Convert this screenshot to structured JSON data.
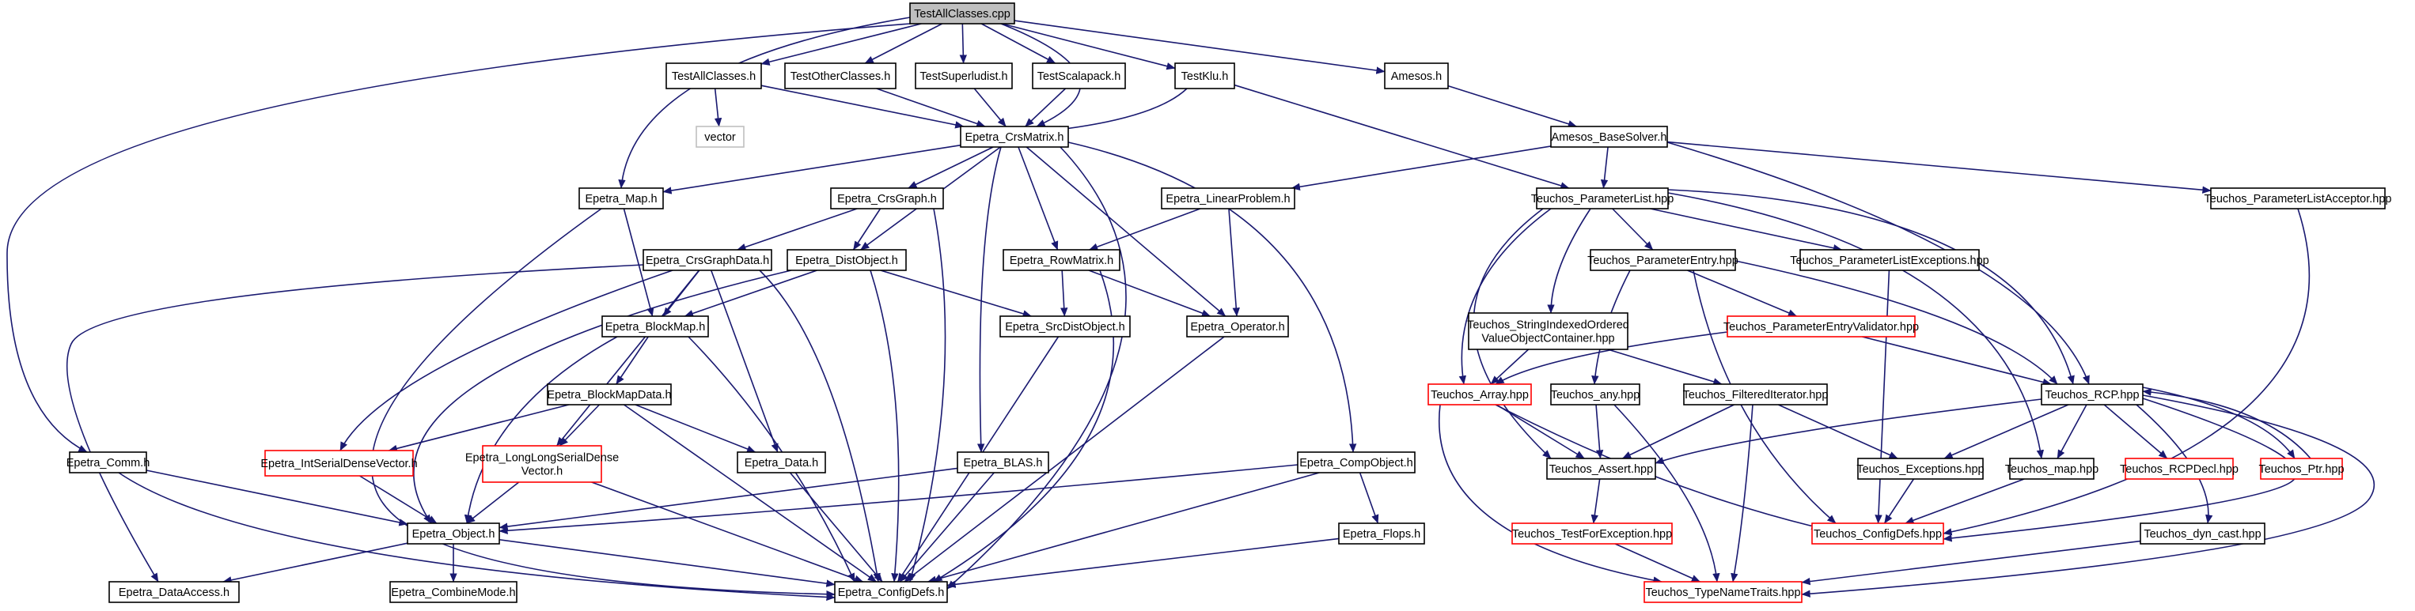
{
  "graph": {
    "colors": {
      "edge": "#191970",
      "node_border": "#000000",
      "node_border_missing": "#ff0000",
      "node_border_external": "#bfbfbf",
      "root_fill": "#bfbfbf",
      "node_fill": "#ffffff",
      "text": "#000000"
    },
    "nodes": [
      {
        "id": "n_testallclasses_cpp",
        "lines": [
          "TestAllClasses.cpp"
        ],
        "kind": "root"
      },
      {
        "id": "n_testallclasses_h",
        "lines": [
          "TestAllClasses.h"
        ],
        "kind": "normal"
      },
      {
        "id": "n_testotherclasses_h",
        "lines": [
          "TestOtherClasses.h"
        ],
        "kind": "normal"
      },
      {
        "id": "n_testsuperludist_h",
        "lines": [
          "TestSuperludist.h"
        ],
        "kind": "normal"
      },
      {
        "id": "n_testscalapack_h",
        "lines": [
          "TestScalapack.h"
        ],
        "kind": "normal"
      },
      {
        "id": "n_testklu_h",
        "lines": [
          "TestKlu.h"
        ],
        "kind": "normal"
      },
      {
        "id": "n_amesos_h",
        "lines": [
          "Amesos.h"
        ],
        "kind": "normal"
      },
      {
        "id": "n_vector",
        "lines": [
          "vector"
        ],
        "kind": "external"
      },
      {
        "id": "n_epetra_crsmatrix_h",
        "lines": [
          "Epetra_CrsMatrix.h"
        ],
        "kind": "normal"
      },
      {
        "id": "n_amesos_basesolver_h",
        "lines": [
          "Amesos_BaseSolver.h"
        ],
        "kind": "normal"
      },
      {
        "id": "n_epetra_map_h",
        "lines": [
          "Epetra_Map.h"
        ],
        "kind": "normal"
      },
      {
        "id": "n_epetra_crsgraph_h",
        "lines": [
          "Epetra_CrsGraph.h"
        ],
        "kind": "normal"
      },
      {
        "id": "n_epetra_linearproblem_h",
        "lines": [
          "Epetra_LinearProblem.h"
        ],
        "kind": "normal"
      },
      {
        "id": "n_teuchos_parameterlist_hpp",
        "lines": [
          "Teuchos_ParameterList.hpp"
        ],
        "kind": "normal"
      },
      {
        "id": "n_teuchos_parameterlistacceptor_hpp",
        "lines": [
          "Teuchos_ParameterListAcceptor.hpp"
        ],
        "kind": "normal"
      },
      {
        "id": "n_epetra_crsgraphdata_h",
        "lines": [
          "Epetra_CrsGraphData.h"
        ],
        "kind": "normal"
      },
      {
        "id": "n_epetra_distobject_h",
        "lines": [
          "Epetra_DistObject.h"
        ],
        "kind": "normal"
      },
      {
        "id": "n_epetra_rowmatrix_h",
        "lines": [
          "Epetra_RowMatrix.h"
        ],
        "kind": "normal"
      },
      {
        "id": "n_teuchos_parameterentry_hpp",
        "lines": [
          "Teuchos_ParameterEntry.hpp"
        ],
        "kind": "normal"
      },
      {
        "id": "n_teuchos_parameterlistexceptions_hpp",
        "lines": [
          "Teuchos_ParameterListExceptions.hpp"
        ],
        "kind": "normal"
      },
      {
        "id": "n_epetra_blockmap_h",
        "lines": [
          "Epetra_BlockMap.h"
        ],
        "kind": "normal"
      },
      {
        "id": "n_epetra_srcdistobject_h",
        "lines": [
          "Epetra_SrcDistObject.h"
        ],
        "kind": "normal"
      },
      {
        "id": "n_epetra_operator_h",
        "lines": [
          "Epetra_Operator.h"
        ],
        "kind": "normal"
      },
      {
        "id": "n_teuchos_stringindexed_hpp",
        "lines": [
          "Teuchos_StringIndexedOrdered",
          "ValueObjectContainer.hpp"
        ],
        "kind": "normal"
      },
      {
        "id": "n_teuchos_parameterentryvalidator_hpp",
        "lines": [
          "Teuchos_ParameterEntryValidator.hpp"
        ],
        "kind": "missing"
      },
      {
        "id": "n_epetra_blockmapdata_h",
        "lines": [
          "Epetra_BlockMapData.h"
        ],
        "kind": "normal"
      },
      {
        "id": "n_teuchos_array_hpp",
        "lines": [
          "Teuchos_Array.hpp"
        ],
        "kind": "missing"
      },
      {
        "id": "n_teuchos_any_hpp",
        "lines": [
          "Teuchos_any.hpp"
        ],
        "kind": "normal"
      },
      {
        "id": "n_teuchos_filterediterator_hpp",
        "lines": [
          "Teuchos_FilteredIterator.hpp"
        ],
        "kind": "normal"
      },
      {
        "id": "n_teuchos_rcp_hpp",
        "lines": [
          "Teuchos_RCP.hpp"
        ],
        "kind": "normal"
      },
      {
        "id": "n_epetra_comm_h",
        "lines": [
          "Epetra_Comm.h"
        ],
        "kind": "normal"
      },
      {
        "id": "n_epetra_intserialdensevector_h",
        "lines": [
          "Epetra_IntSerialDenseVector.h"
        ],
        "kind": "missing"
      },
      {
        "id": "n_epetra_longlongserialdensevector_h",
        "lines": [
          "Epetra_LongLongSerialDense",
          "Vector.h"
        ],
        "kind": "missing"
      },
      {
        "id": "n_epetra_data_h",
        "lines": [
          "Epetra_Data.h"
        ],
        "kind": "normal"
      },
      {
        "id": "n_epetra_blas_h",
        "lines": [
          "Epetra_BLAS.h"
        ],
        "kind": "normal"
      },
      {
        "id": "n_epetra_compobject_h",
        "lines": [
          "Epetra_CompObject.h"
        ],
        "kind": "normal"
      },
      {
        "id": "n_teuchos_assert_hpp",
        "lines": [
          "Teuchos_Assert.hpp"
        ],
        "kind": "normal"
      },
      {
        "id": "n_teuchos_exceptions_hpp",
        "lines": [
          "Teuchos_Exceptions.hpp"
        ],
        "kind": "normal"
      },
      {
        "id": "n_teuchos_map_hpp",
        "lines": [
          "Teuchos_map.hpp"
        ],
        "kind": "normal"
      },
      {
        "id": "n_teuchos_rcpdecl_hpp",
        "lines": [
          "Teuchos_RCPDecl.hpp"
        ],
        "kind": "missing"
      },
      {
        "id": "n_teuchos_ptr_hpp",
        "lines": [
          "Teuchos_Ptr.hpp"
        ],
        "kind": "missing"
      },
      {
        "id": "n_epetra_object_h",
        "lines": [
          "Epetra_Object.h"
        ],
        "kind": "normal"
      },
      {
        "id": "n_epetra_flops_h",
        "lines": [
          "Epetra_Flops.h"
        ],
        "kind": "normal"
      },
      {
        "id": "n_teuchos_testforexception_hpp",
        "lines": [
          "Teuchos_TestForException.hpp"
        ],
        "kind": "missing"
      },
      {
        "id": "n_teuchos_configdefs_hpp",
        "lines": [
          "Teuchos_ConfigDefs.hpp"
        ],
        "kind": "missing"
      },
      {
        "id": "n_teuchos_dyn_cast_hpp",
        "lines": [
          "Teuchos_dyn_cast.hpp"
        ],
        "kind": "normal"
      },
      {
        "id": "n_epetra_dataaccess_h",
        "lines": [
          "Epetra_DataAccess.h"
        ],
        "kind": "normal"
      },
      {
        "id": "n_epetra_combinemode_h",
        "lines": [
          "Epetra_CombineMode.h"
        ],
        "kind": "normal"
      },
      {
        "id": "n_epetra_configdefs_h",
        "lines": [
          "Epetra_ConfigDefs.h"
        ],
        "kind": "normal"
      },
      {
        "id": "n_teuchos_typenametraits_hpp",
        "lines": [
          "Teuchos_TypeNameTraits.hpp"
        ],
        "kind": "missing"
      }
    ],
    "edges": [
      [
        "n_testallclasses_cpp",
        "n_testallclasses_h"
      ],
      [
        "n_testallclasses_cpp",
        "n_testotherclasses_h"
      ],
      [
        "n_testallclasses_cpp",
        "n_testsuperludist_h"
      ],
      [
        "n_testallclasses_cpp",
        "n_testscalapack_h"
      ],
      [
        "n_testallclasses_cpp",
        "n_testklu_h"
      ],
      [
        "n_testallclasses_cpp",
        "n_amesos_h"
      ],
      [
        "n_testallclasses_cpp",
        "n_epetra_crsmatrix_h"
      ],
      [
        "n_testallclasses_cpp",
        "n_epetra_map_h"
      ],
      [
        "n_testallclasses_cpp",
        "n_epetra_comm_h"
      ],
      [
        "n_testallclasses_h",
        "n_vector"
      ],
      [
        "n_testallclasses_h",
        "n_epetra_crsmatrix_h"
      ],
      [
        "n_testotherclasses_h",
        "n_epetra_crsmatrix_h"
      ],
      [
        "n_testsuperludist_h",
        "n_epetra_crsmatrix_h"
      ],
      [
        "n_testscalapack_h",
        "n_epetra_crsmatrix_h"
      ],
      [
        "n_testklu_h",
        "n_epetra_crsmatrix_h"
      ],
      [
        "n_testklu_h",
        "n_teuchos_parameterlist_hpp"
      ],
      [
        "n_amesos_h",
        "n_amesos_basesolver_h"
      ],
      [
        "n_amesos_basesolver_h",
        "n_epetra_linearproblem_h"
      ],
      [
        "n_amesos_basesolver_h",
        "n_teuchos_parameterlist_hpp"
      ],
      [
        "n_amesos_basesolver_h",
        "n_teuchos_parameterlistacceptor_hpp"
      ],
      [
        "n_amesos_basesolver_h",
        "n_teuchos_rcp_hpp"
      ],
      [
        "n_epetra_crsmatrix_h",
        "n_epetra_map_h"
      ],
      [
        "n_epetra_crsmatrix_h",
        "n_epetra_crsgraph_h"
      ],
      [
        "n_epetra_crsmatrix_h",
        "n_epetra_distobject_h"
      ],
      [
        "n_epetra_crsmatrix_h",
        "n_epetra_rowmatrix_h"
      ],
      [
        "n_epetra_crsmatrix_h",
        "n_epetra_operator_h"
      ],
      [
        "n_epetra_crsmatrix_h",
        "n_epetra_blas_h"
      ],
      [
        "n_epetra_crsmatrix_h",
        "n_epetra_compobject_h"
      ],
      [
        "n_epetra_crsmatrix_h",
        "n_epetra_configdefs_h"
      ],
      [
        "n_epetra_map_h",
        "n_epetra_blockmap_h"
      ],
      [
        "n_epetra_map_h",
        "n_epetra_configdefs_h"
      ],
      [
        "n_epetra_crsgraph_h",
        "n_epetra_crsgraphdata_h"
      ],
      [
        "n_epetra_crsgraph_h",
        "n_epetra_distobject_h"
      ],
      [
        "n_epetra_crsgraph_h",
        "n_epetra_configdefs_h"
      ],
      [
        "n_epetra_crsgraphdata_h",
        "n_epetra_blockmap_h"
      ],
      [
        "n_epetra_crsgraphdata_h",
        "n_epetra_intserialdensevector_h"
      ],
      [
        "n_epetra_crsgraphdata_h",
        "n_epetra_longlongserialdensevector_h"
      ],
      [
        "n_epetra_crsgraphdata_h",
        "n_epetra_data_h"
      ],
      [
        "n_epetra_crsgraphdata_h",
        "n_epetra_dataaccess_h"
      ],
      [
        "n_epetra_crsgraphdata_h",
        "n_epetra_configdefs_h"
      ],
      [
        "n_epetra_distobject_h",
        "n_epetra_blockmap_h"
      ],
      [
        "n_epetra_distobject_h",
        "n_epetra_srcdistobject_h"
      ],
      [
        "n_epetra_distobject_h",
        "n_epetra_object_h"
      ],
      [
        "n_epetra_distobject_h",
        "n_epetra_configdefs_h"
      ],
      [
        "n_epetra_rowmatrix_h",
        "n_epetra_srcdistobject_h"
      ],
      [
        "n_epetra_rowmatrix_h",
        "n_epetra_operator_h"
      ],
      [
        "n_epetra_rowmatrix_h",
        "n_epetra_configdefs_h"
      ],
      [
        "n_epetra_linearproblem_h",
        "n_epetra_rowmatrix_h"
      ],
      [
        "n_epetra_linearproblem_h",
        "n_epetra_operator_h"
      ],
      [
        "n_epetra_blockmap_h",
        "n_epetra_blockmapdata_h"
      ],
      [
        "n_epetra_blockmap_h",
        "n_epetra_object_h"
      ],
      [
        "n_epetra_blockmap_h",
        "n_epetra_configdefs_h"
      ],
      [
        "n_epetra_blockmapdata_h",
        "n_epetra_intserialdensevector_h"
      ],
      [
        "n_epetra_blockmapdata_h",
        "n_epetra_longlongserialdensevector_h"
      ],
      [
        "n_epetra_blockmapdata_h",
        "n_epetra_data_h"
      ],
      [
        "n_epetra_blockmapdata_h",
        "n_epetra_configdefs_h"
      ],
      [
        "n_epetra_srcdistobject_h",
        "n_epetra_configdefs_h"
      ],
      [
        "n_epetra_operator_h",
        "n_epetra_configdefs_h"
      ],
      [
        "n_epetra_intserialdensevector_h",
        "n_epetra_object_h"
      ],
      [
        "n_epetra_longlongserialdensevector_h",
        "n_epetra_object_h"
      ],
      [
        "n_epetra_longlongserialdensevector_h",
        "n_epetra_configdefs_h"
      ],
      [
        "n_epetra_data_h",
        "n_epetra_configdefs_h"
      ],
      [
        "n_epetra_blas_h",
        "n_epetra_object_h"
      ],
      [
        "n_epetra_blas_h",
        "n_epetra_configdefs_h"
      ],
      [
        "n_epetra_compobject_h",
        "n_epetra_object_h"
      ],
      [
        "n_epetra_compobject_h",
        "n_epetra_flops_h"
      ],
      [
        "n_epetra_compobject_h",
        "n_epetra_configdefs_h"
      ],
      [
        "n_epetra_flops_h",
        "n_epetra_configdefs_h"
      ],
      [
        "n_epetra_comm_h",
        "n_epetra_object_h"
      ],
      [
        "n_epetra_comm_h",
        "n_epetra_configdefs_h"
      ],
      [
        "n_epetra_object_h",
        "n_epetra_dataaccess_h"
      ],
      [
        "n_epetra_object_h",
        "n_epetra_combinemode_h"
      ],
      [
        "n_epetra_object_h",
        "n_epetra_configdefs_h"
      ],
      [
        "n_teuchos_parameterlist_hpp",
        "n_teuchos_parameterentry_hpp"
      ],
      [
        "n_teuchos_parameterlist_hpp",
        "n_teuchos_parameterlistexceptions_hpp"
      ],
      [
        "n_teuchos_parameterlist_hpp",
        "n_teuchos_stringindexed_hpp"
      ],
      [
        "n_teuchos_parameterlist_hpp",
        "n_teuchos_array_hpp"
      ],
      [
        "n_teuchos_parameterlist_hpp",
        "n_teuchos_assert_hpp"
      ],
      [
        "n_teuchos_parameterlist_hpp",
        "n_teuchos_map_hpp"
      ],
      [
        "n_teuchos_parameterlist_hpp",
        "n_teuchos_rcp_hpp"
      ],
      [
        "n_teuchos_parameterlistacceptor_hpp",
        "n_teuchos_configdefs_hpp"
      ],
      [
        "n_teuchos_parameterentry_hpp",
        "n_teuchos_parameterentryvalidator_hpp"
      ],
      [
        "n_teuchos_parameterentry_hpp",
        "n_teuchos_any_hpp"
      ],
      [
        "n_teuchos_parameterentry_hpp",
        "n_teuchos_rcp_hpp"
      ],
      [
        "n_teuchos_parameterentry_hpp",
        "n_teuchos_configdefs_hpp"
      ],
      [
        "n_teuchos_parameterlistexceptions_hpp",
        "n_teuchos_configdefs_hpp"
      ],
      [
        "n_teuchos_stringindexed_hpp",
        "n_teuchos_array_hpp"
      ],
      [
        "n_teuchos_stringindexed_hpp",
        "n_teuchos_filterediterator_hpp"
      ],
      [
        "n_teuchos_parameterentryvalidator_hpp",
        "n_teuchos_array_hpp"
      ],
      [
        "n_teuchos_parameterentryvalidator_hpp",
        "n_teuchos_rcp_hpp"
      ],
      [
        "n_teuchos_array_hpp",
        "n_teuchos_assert_hpp"
      ],
      [
        "n_teuchos_array_hpp",
        "n_teuchos_configdefs_hpp"
      ],
      [
        "n_teuchos_array_hpp",
        "n_teuchos_typenametraits_hpp"
      ],
      [
        "n_teuchos_any_hpp",
        "n_teuchos_assert_hpp"
      ],
      [
        "n_teuchos_any_hpp",
        "n_teuchos_typenametraits_hpp"
      ],
      [
        "n_teuchos_filterediterator_hpp",
        "n_teuchos_assert_hpp"
      ],
      [
        "n_teuchos_filterediterator_hpp",
        "n_teuchos_exceptions_hpp"
      ],
      [
        "n_teuchos_filterediterator_hpp",
        "n_teuchos_typenametraits_hpp"
      ],
      [
        "n_teuchos_rcp_hpp",
        "n_teuchos_assert_hpp"
      ],
      [
        "n_teuchos_rcp_hpp",
        "n_teuchos_exceptions_hpp"
      ],
      [
        "n_teuchos_rcp_hpp",
        "n_teuchos_map_hpp"
      ],
      [
        "n_teuchos_rcp_hpp",
        "n_teuchos_rcpdecl_hpp"
      ],
      [
        "n_teuchos_rcp_hpp",
        "n_teuchos_ptr_hpp"
      ],
      [
        "n_teuchos_rcp_hpp",
        "n_teuchos_dyn_cast_hpp"
      ],
      [
        "n_teuchos_rcp_hpp",
        "n_teuchos_configdefs_hpp"
      ],
      [
        "n_teuchos_rcp_hpp",
        "n_teuchos_typenametraits_hpp"
      ],
      [
        "n_teuchos_ptr_hpp",
        "n_teuchos_rcp_hpp"
      ],
      [
        "n_teuchos_assert_hpp",
        "n_teuchos_testforexception_hpp"
      ],
      [
        "n_teuchos_testforexception_hpp",
        "n_teuchos_typenametraits_hpp"
      ],
      [
        "n_teuchos_exceptions_hpp",
        "n_teuchos_configdefs_hpp"
      ],
      [
        "n_teuchos_map_hpp",
        "n_teuchos_configdefs_hpp"
      ],
      [
        "n_teuchos_dyn_cast_hpp",
        "n_teuchos_typenametraits_hpp"
      ]
    ]
  }
}
